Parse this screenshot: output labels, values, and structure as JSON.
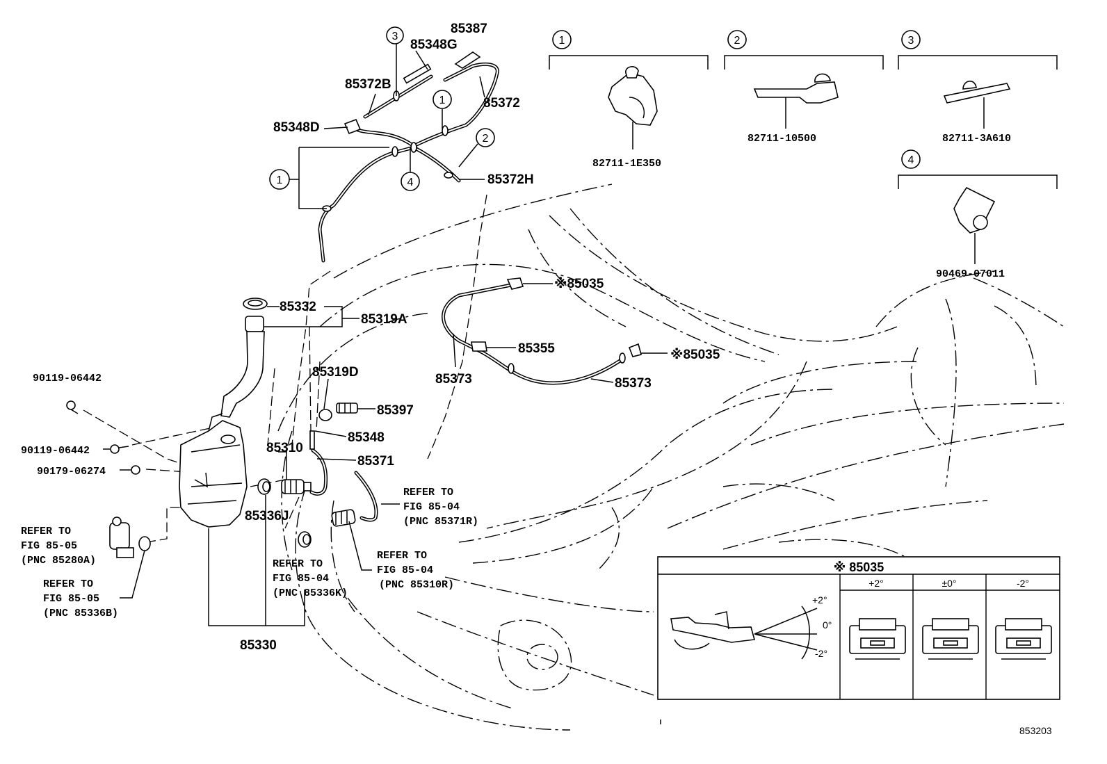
{
  "diagram_id": "853203",
  "callouts": [
    "1",
    "2",
    "3",
    "4"
  ],
  "part_numbers": {
    "p85387": "85387",
    "p85348G": "85348G",
    "p85372B": "85372B",
    "p85372": "85372",
    "p85348D": "85348D",
    "p85372H": "85372H",
    "p85035a": "※85035",
    "p85035b": "※85035",
    "p85332": "85332",
    "p85319A": "85319A",
    "p85355": "85355",
    "p85373a": "85373",
    "p85373b": "85373",
    "p85319D": "85319D",
    "p85397": "85397",
    "p85348": "85348",
    "p85310": "85310",
    "p85371": "85371",
    "p85336J": "85336J",
    "p85330": "85330",
    "p90119a": "90119-06442",
    "p90119b": "90119-06442",
    "p90179": "90179-06274",
    "p82711_1E350": "82711-1E350",
    "p82711_10500": "82711-10500",
    "p82711_3A610": "82711-3A610",
    "p90469": "90469-07011"
  },
  "references": {
    "ref_85371R": [
      "REFER TO",
      "FIG 85-04",
      "(PNC 85371R)"
    ],
    "ref_85280A": [
      "REFER TO",
      "FIG 85-05",
      "(PNC 85280A)"
    ],
    "ref_85336B": [
      "REFER TO",
      "FIG 85-05",
      "(PNC 85336B)"
    ],
    "ref_85336K": [
      "REFER TO",
      "FIG 85-04",
      "(PNC 85336K)"
    ],
    "ref_85310R": [
      "REFER TO",
      "FIG 85-04",
      "(PNC 85310R)"
    ]
  },
  "adjust_box": {
    "title": "※ 85035",
    "columns": [
      "+2°",
      "±0°",
      "-2°"
    ],
    "angles": [
      "+2°",
      "0°",
      "-2°"
    ]
  }
}
